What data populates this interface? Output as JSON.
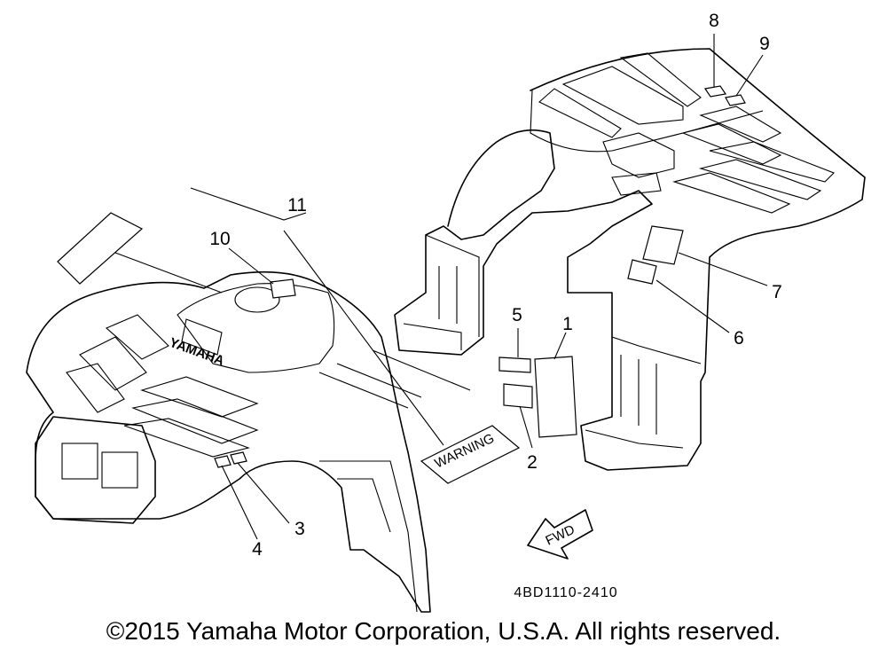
{
  "diagram": {
    "brand_lettering": "YAMAHA",
    "fwd_arrow_label": "FWD",
    "drawing_code": "4BD1110-2410",
    "callouts": [
      {
        "id": "c1",
        "label": "1"
      },
      {
        "id": "c2",
        "label": "2"
      },
      {
        "id": "c3",
        "label": "3"
      },
      {
        "id": "c4",
        "label": "4"
      },
      {
        "id": "c5",
        "label": "5"
      },
      {
        "id": "c6",
        "label": "6"
      },
      {
        "id": "c7",
        "label": "7"
      },
      {
        "id": "c8",
        "label": "8"
      },
      {
        "id": "c9",
        "label": "9"
      },
      {
        "id": "c10",
        "label": "10"
      },
      {
        "id": "c11",
        "label": "11"
      }
    ]
  },
  "footer": {
    "copyright": "©2015 Yamaha Motor Corporation, U.S.A. All rights reserved."
  }
}
